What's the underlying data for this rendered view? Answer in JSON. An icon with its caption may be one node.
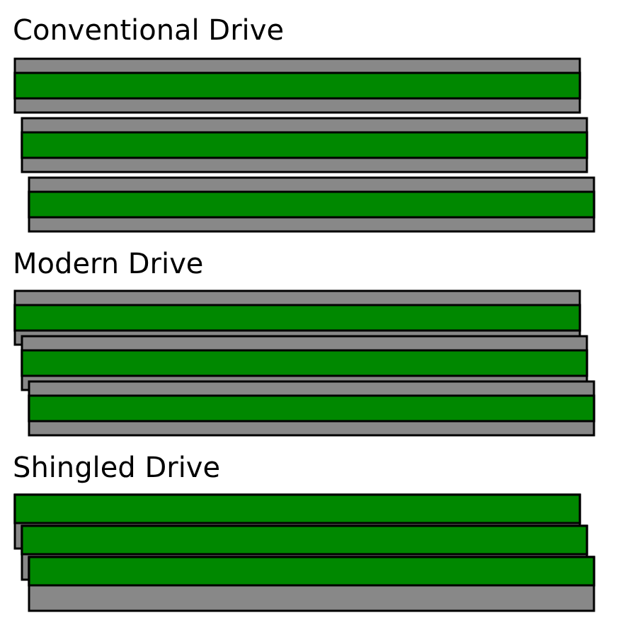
{
  "diagram": {
    "labels": [
      "Conventional Drive",
      "Modern Drive",
      "Shingled Drive"
    ]
  }
}
